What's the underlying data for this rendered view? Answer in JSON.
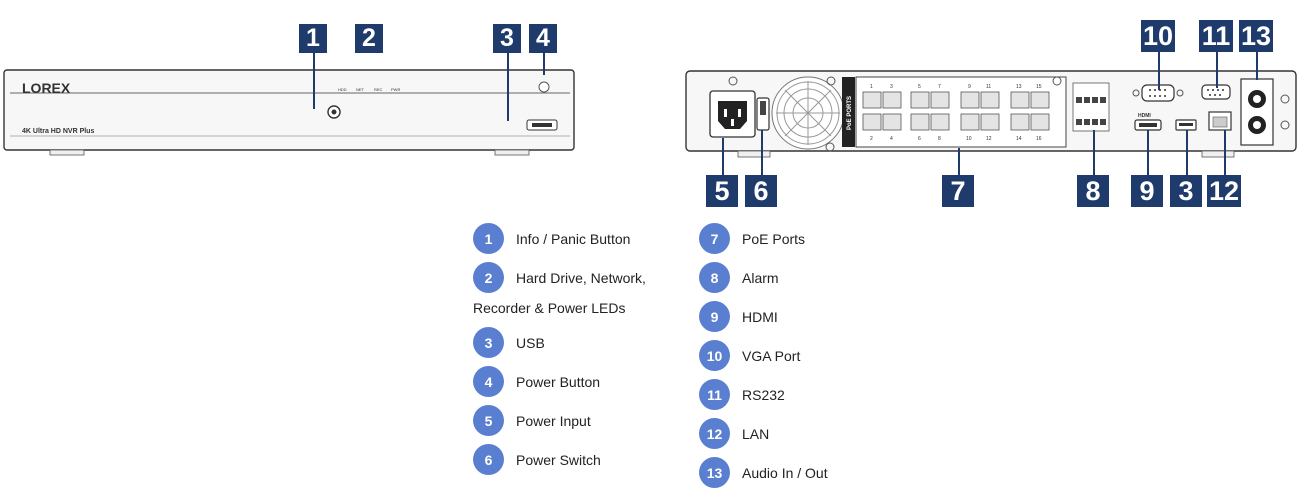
{
  "front_panel": {
    "brand": "LOREX",
    "model_text": "4K Ultra HD NVR Plus",
    "led_labels": [
      "HDD",
      "NET",
      "REC",
      "PWR"
    ]
  },
  "rear_panel": {
    "poe_label": "PoE PORTS",
    "port_numbers_top": [
      "1",
      "3",
      "5",
      "7",
      "9",
      "11",
      "13",
      "15"
    ],
    "port_numbers_bottom": [
      "2",
      "4",
      "6",
      "8",
      "10",
      "12",
      "14",
      "16"
    ],
    "hdmi_label": "HDMI"
  },
  "callouts": {
    "c1": "1",
    "c2": "2",
    "c3a": "3",
    "c4": "4",
    "c10": "10",
    "c11": "11",
    "c13": "13",
    "c5": "5",
    "c6": "6",
    "c7": "7",
    "c8": "8",
    "c9": "9",
    "c3b": "3",
    "c12": "12"
  },
  "legend": {
    "items": [
      {
        "num": "1",
        "label": "Info / Panic Button"
      },
      {
        "num": "2",
        "label": "Hard Drive, Network,",
        "continuation": "Recorder & Power LEDs"
      },
      {
        "num": "3",
        "label": "USB"
      },
      {
        "num": "4",
        "label": "Power Button"
      },
      {
        "num": "5",
        "label": "Power Input"
      },
      {
        "num": "6",
        "label": "Power Switch"
      },
      {
        "num": "7",
        "label": "PoE Ports"
      },
      {
        "num": "8",
        "label": "Alarm"
      },
      {
        "num": "9",
        "label": "HDMI"
      },
      {
        "num": "10",
        "label": "VGA Port"
      },
      {
        "num": "11",
        "label": "RS232"
      },
      {
        "num": "12",
        "label": "LAN"
      },
      {
        "num": "13",
        "label": "Audio In / Out"
      }
    ]
  },
  "colors": {
    "callout_bg": "#1f3b6b",
    "legend_circle": "#5b7fd0"
  }
}
